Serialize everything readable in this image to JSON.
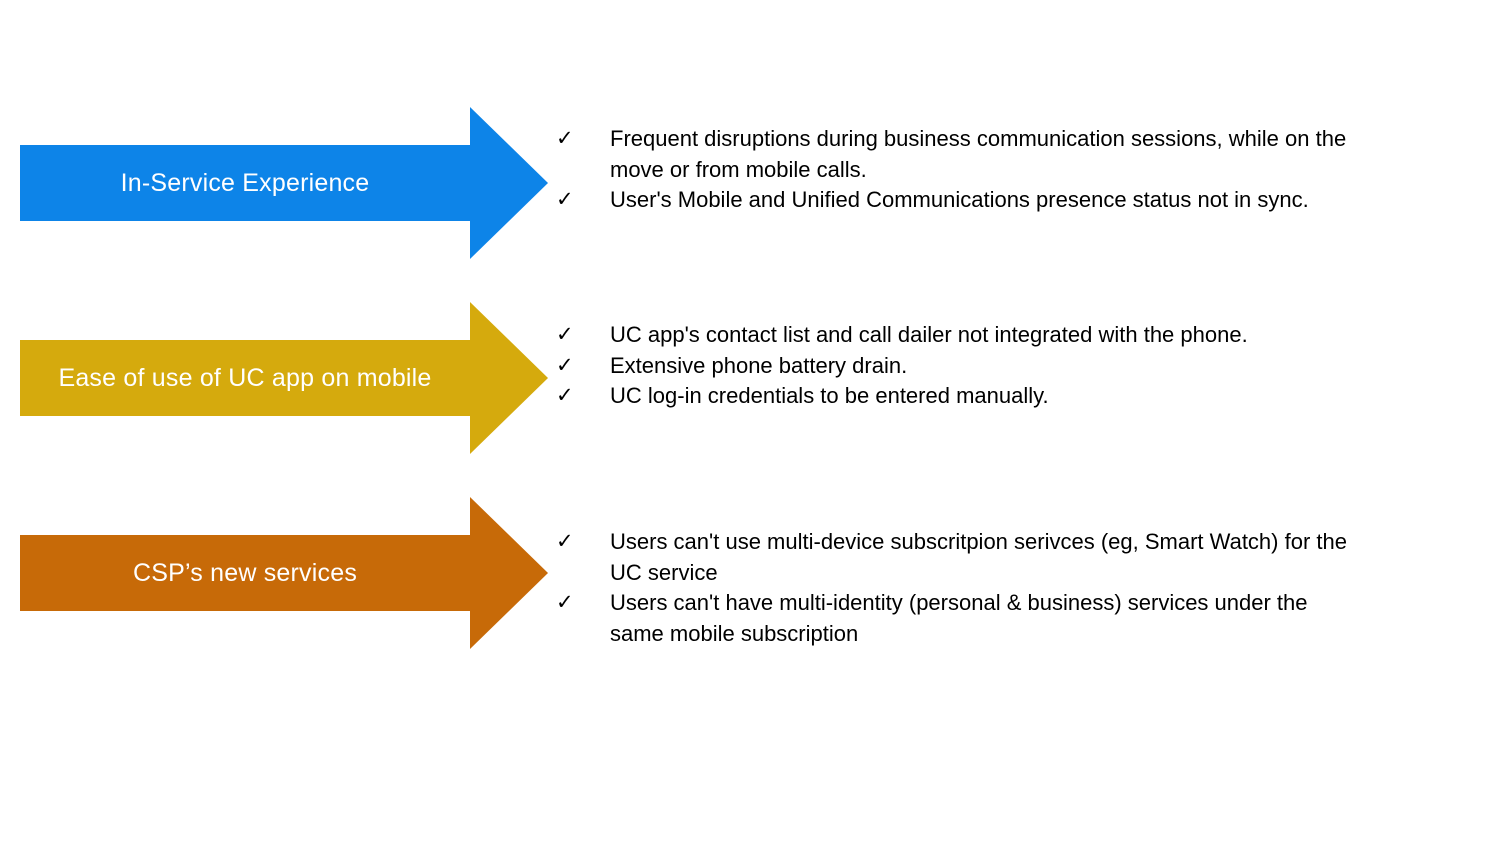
{
  "page": {
    "background_color": "#ffffff",
    "text_color": "#000000",
    "check_glyph": "✓"
  },
  "groups": [
    {
      "id": "in-service-experience",
      "arrow_label": "In-Service Experience",
      "arrow_color": "#0d84e8",
      "bullets": [
        {
          "text": "Frequent disruptions during business communication sessions, while on the move or from mobile calls.",
          "lines": [
            "Frequent disruptions during business communication sessions, while on the",
            "move or from mobile calls."
          ]
        },
        {
          "text": "User's Mobile and Unified Communications presence status not in sync.",
          "lines": [
            "User's Mobile and Unified Communications presence status not in sync."
          ]
        }
      ]
    },
    {
      "id": "ease-of-use",
      "arrow_label": "Ease of use of UC app on mobile",
      "arrow_color": "#d5aa0d",
      "bullets": [
        {
          "text": "UC app's contact list and call dailer not integrated with the phone.",
          "lines": [
            "UC app's contact list and call dailer not integrated with the phone."
          ]
        },
        {
          "text": "Extensive phone battery drain.",
          "lines": [
            "Extensive  phone battery drain."
          ]
        },
        {
          "text": "UC log-in credentials to be entered manually.",
          "lines": [
            "UC log-in credentials to be entered manually."
          ]
        }
      ]
    },
    {
      "id": "csp-new-services",
      "arrow_label": "CSP’s new services",
      "arrow_color": "#c76a08",
      "bullets": [
        {
          "text": "Users can't use multi-device subscritpion serivces (eg, Smart Watch) for the UC service",
          "lines": [
            "Users can't use multi-device subscritpion serivces (eg, Smart Watch) for the",
            "UC service"
          ]
        },
        {
          "text": "Users can't have multi-identity (personal & business) services under the same mobile subscription",
          "lines": [
            "Users can't have multi-identity (personal & business) services under the",
            "same mobile subscription"
          ]
        }
      ]
    }
  ]
}
